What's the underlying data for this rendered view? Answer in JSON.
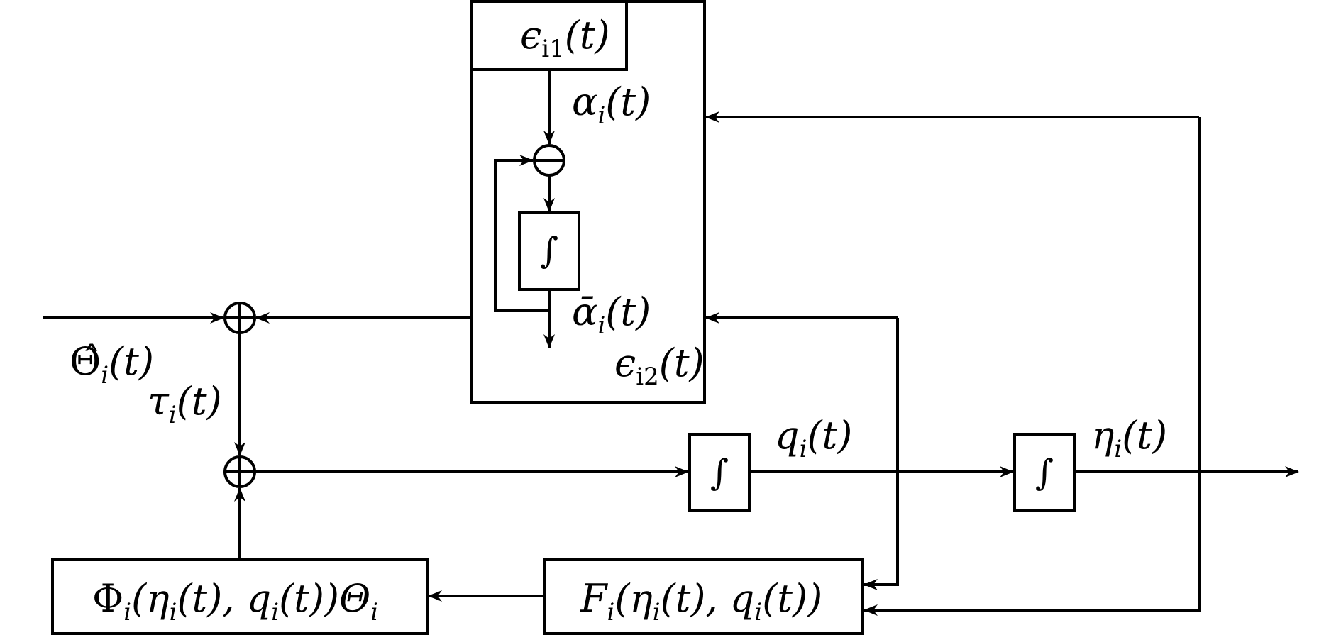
{
  "blocks": {
    "epsilon1": {
      "sym": "ϵ",
      "sub": "i1",
      "arg": "(t)"
    },
    "phi_block": {
      "text": "Φ",
      "sub": "i",
      "arg": "(η",
      "sub2": "i",
      "arg2": "(t), q",
      "sub3": "i",
      "arg3": "(t))Θ",
      "sub4": "i"
    },
    "f_block": {
      "text": "F",
      "sub": "i",
      "arg": "(η",
      "sub2": "i",
      "arg2": "(t), q",
      "sub3": "i",
      "arg3": "(t))"
    },
    "integrator_symbol": "∫"
  },
  "signals": {
    "alpha": {
      "sym": "α",
      "sub": "i",
      "arg": "(t)"
    },
    "alpha_bar": {
      "sym": "ᾱ",
      "sub": "i",
      "arg": "(t)"
    },
    "epsilon2": {
      "sym": "ϵ",
      "sub": "i2",
      "arg": "(t)"
    },
    "theta_hat": {
      "sym": "Θ̂",
      "sub": "i",
      "arg": "(t)"
    },
    "tau": {
      "sym": "τ",
      "sub": "i",
      "arg": "(t)"
    },
    "q": {
      "sym": "q",
      "sub": "i",
      "arg": "(t)"
    },
    "eta": {
      "sym": "η",
      "sub": "i",
      "arg": "(t)"
    }
  }
}
